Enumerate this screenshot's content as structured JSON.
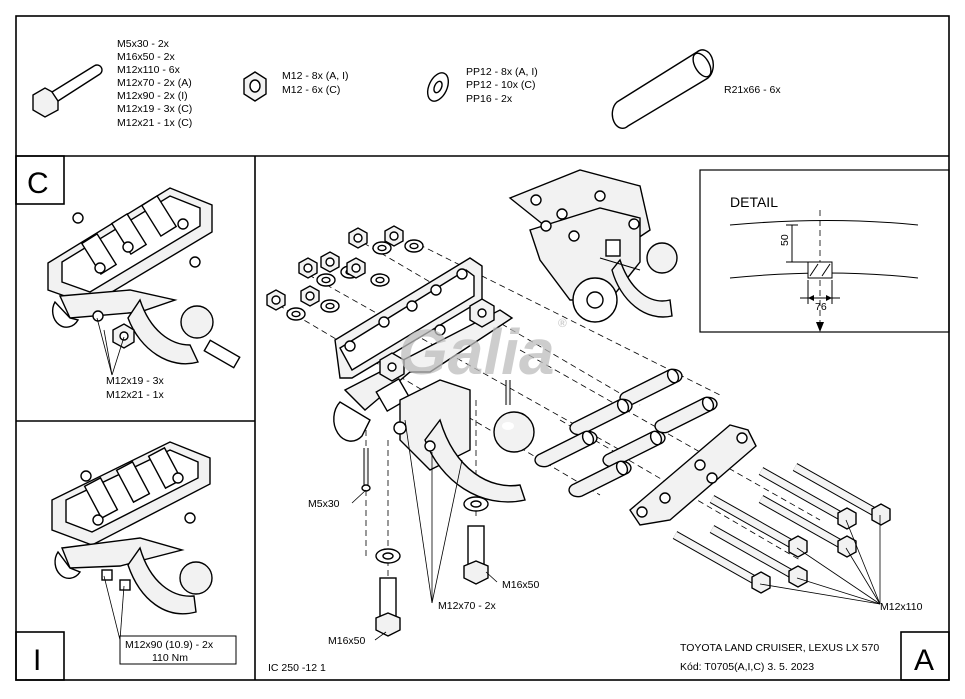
{
  "parts_list": {
    "bolts": [
      "M5x30 - 2x",
      "M16x50 - 2x",
      "M12x110 - 6x",
      "M12x70 - 2x (A)",
      "M12x90 - 2x (I)",
      "M12x19 - 3x (C)",
      "M12x21 - 1x (C)"
    ],
    "nuts": [
      "M12 - 8x (A, I)",
      "M12 - 6x (C)"
    ],
    "washers": [
      "PP12 - 8x (A, I)",
      "PP12 - 10x (C)",
      "PP16 - 2x"
    ],
    "spacer": "R21x66 - 6x"
  },
  "panel_c": {
    "letter": "C",
    "callout": [
      "M12x19 - 3x",
      "M12x21 - 1x"
    ]
  },
  "panel_i": {
    "letter": "I",
    "callout": [
      "M12x90 (10.9) - 2x",
      "110 Nm"
    ]
  },
  "panel_a": {
    "letter": "A",
    "labels": {
      "m5x30": "M5x30",
      "m16x50_right": "M16x50",
      "m12x70": "M12x70 - 2x",
      "m16x50_left": "M16x50",
      "m12x110": "M12x110"
    }
  },
  "detail": {
    "title": "DETAIL",
    "dim_vertical": "50",
    "dim_horizontal": "76"
  },
  "footer": {
    "code_left": "IC 250 -12 1",
    "vehicle": "TOYOTA LAND CRUISER, LEXUS LX 570",
    "code": "Kód: T0705(A,I,C)  3. 5. 2023"
  },
  "watermark": "Galia",
  "watermark_mark": "®"
}
